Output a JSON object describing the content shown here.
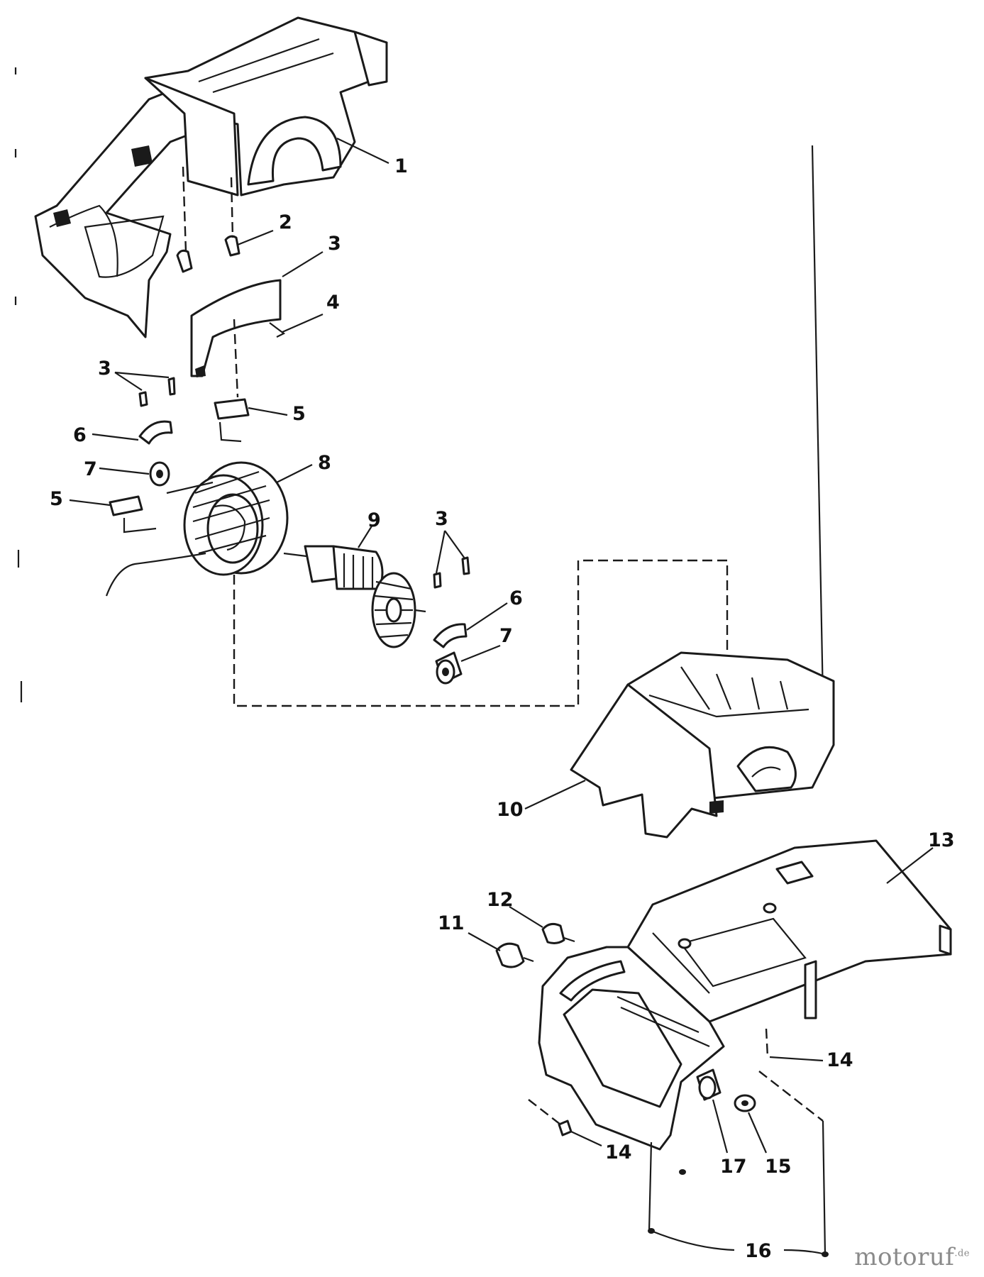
{
  "callouts": {
    "c1": "1",
    "c2": "2",
    "c3a": "3",
    "c3b": "3",
    "c3c": "3",
    "c4": "4",
    "c5a": "5",
    "c5b": "5",
    "c6a": "6",
    "c6b": "6",
    "c7a": "7",
    "c7b": "7",
    "c8": "8",
    "c9": "9",
    "c10": "10",
    "c11": "11",
    "c12": "12",
    "c13": "13",
    "c14a": "14",
    "c14b": "14",
    "c15": "15",
    "c16": "16",
    "c17": "17"
  },
  "watermark": {
    "name": "motoruf",
    "suffix": ".de"
  }
}
